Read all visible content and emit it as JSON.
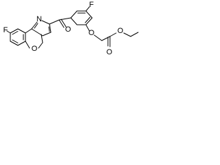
{
  "molecule": {
    "atoms": {
      "fluorine_left": "F",
      "ring_oxygen": "O",
      "pyridine_nitrogen": "N",
      "ketone_oxygen": "O",
      "fluorine_right": "F",
      "ether_oxygen": "O",
      "ester_carbonyl_oxygen": "O",
      "ester_oxygen": "O"
    },
    "colors": {
      "bond": "#000000",
      "label": "#000000",
      "background": "#ffffff"
    }
  }
}
